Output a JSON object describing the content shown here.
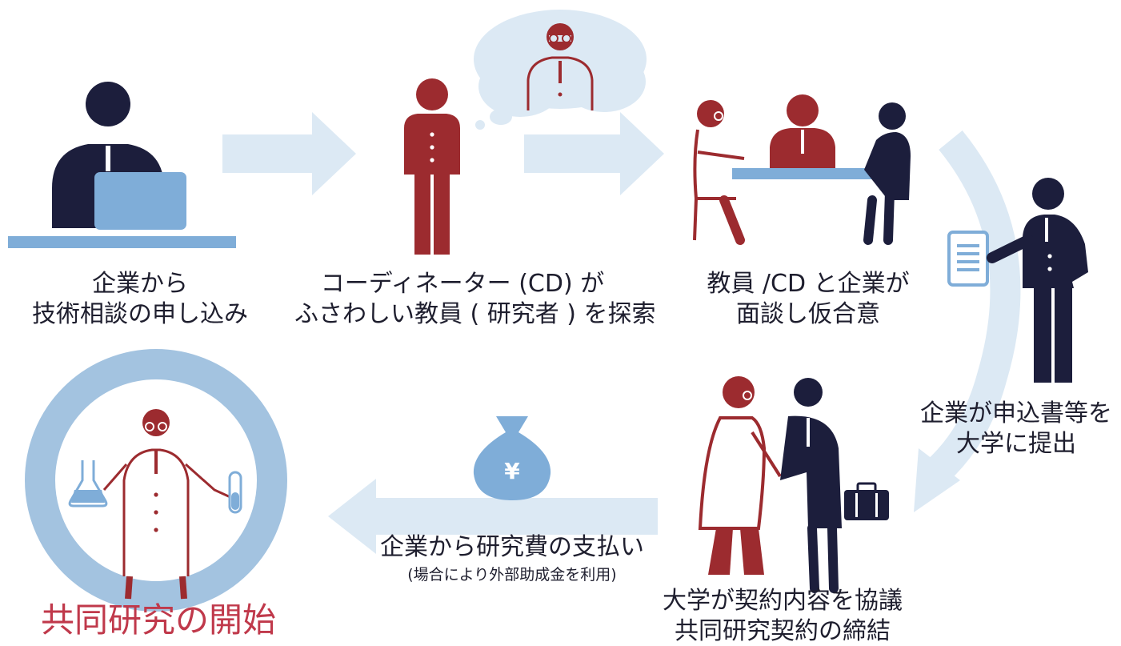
{
  "steps": [
    {
      "lines": [
        "企業から",
        "技術相談の申し込み"
      ]
    },
    {
      "lines": [
        "コーディネーター (CD) が",
        "ふさわしい教員 ( 研究者 ) を探索"
      ]
    },
    {
      "lines": [
        "教員 /CD と企業が",
        "面談し仮合意"
      ]
    },
    {
      "lines": [
        "企業が申込書等を",
        "大学に提出"
      ]
    },
    {
      "lines": [
        "大学が契約内容を協議",
        "共同研究契約の締結"
      ]
    }
  ],
  "payment": {
    "main": "企業から研究費の支払い",
    "note": "(場合により外部助成金を利用)"
  },
  "money_symbol": "¥",
  "final": "共同研究の開始",
  "colors": {
    "navy": "#1c1e3c",
    "maroon": "#9c2b2f",
    "light_blue": "#dce9f4",
    "mid_blue": "#7fadd8",
    "ring_blue": "#a3c3e0",
    "accent_red": "#c0394b"
  }
}
